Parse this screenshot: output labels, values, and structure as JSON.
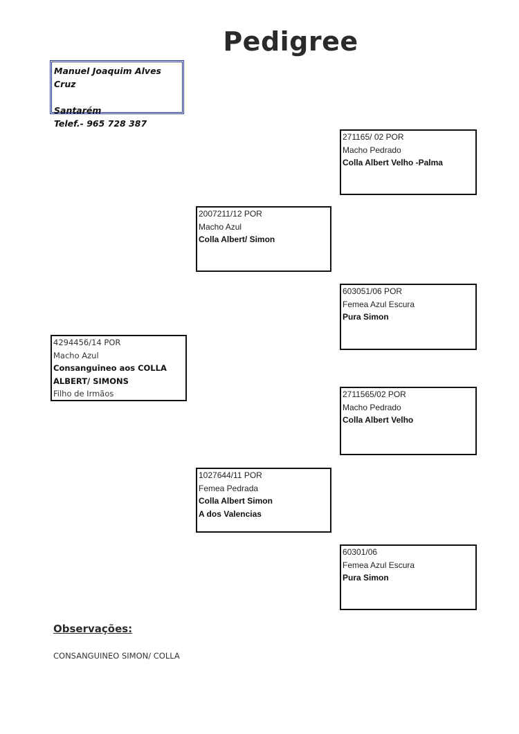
{
  "title": "Pedigree",
  "owner": {
    "name": "Manuel Joaquim Alves Cruz",
    "city": "Santarém",
    "phone": "Telef.- 965 728 387"
  },
  "subject": {
    "ring": "4294456/14 POR",
    "description": "Macho Azul",
    "line1": "Consanguineo aos COLLA",
    "line2": "ALBERT/ SIMONS",
    "note": "Filho de Irmãos"
  },
  "sire": {
    "ring": "2007211/12 POR",
    "description": "Macho Azul",
    "line1": "Colla Albert/ Simon"
  },
  "dam": {
    "ring": "1027644/11 POR",
    "description": "Femea Pedrada",
    "line1": "Colla Albert Simon",
    "line2": "A dos Valencias"
  },
  "sire_sire": {
    "ring": "271165/ 02  POR",
    "description": "Macho Pedrado",
    "line1": "Colla Albert Velho -Palma"
  },
  "sire_dam": {
    "ring": "603051/06 POR",
    "description": "Femea Azul Escura",
    "line1": "Pura Simon"
  },
  "dam_sire": {
    "ring": "2711565/02 POR",
    "description": "Macho Pedrado",
    "line1": "Colla Albert Velho"
  },
  "dam_dam": {
    "ring": "60301/06",
    "description": "Femea Azul Escura",
    "line1": "Pura Simon"
  },
  "observations": {
    "heading": "Observações:",
    "text": "CONSANGUINEO SIMON/ COLLA"
  }
}
